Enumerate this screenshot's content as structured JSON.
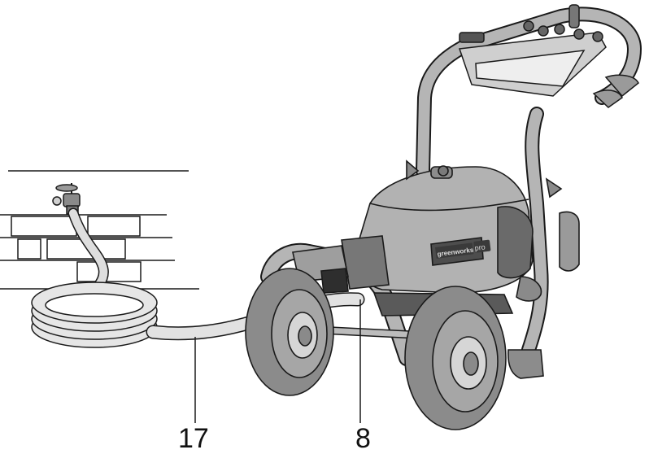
{
  "callouts": [
    {
      "id": "17",
      "label": "17"
    },
    {
      "id": "8",
      "label": "8"
    }
  ],
  "brand": {
    "logo_text": "greenworks",
    "badge_text": "pro"
  },
  "colors": {
    "line": "#1a1a1a",
    "body": "#b9b9b9",
    "dark": "#4a4a4a",
    "tire": "#8d8d8d",
    "light": "#e3e3e3"
  }
}
